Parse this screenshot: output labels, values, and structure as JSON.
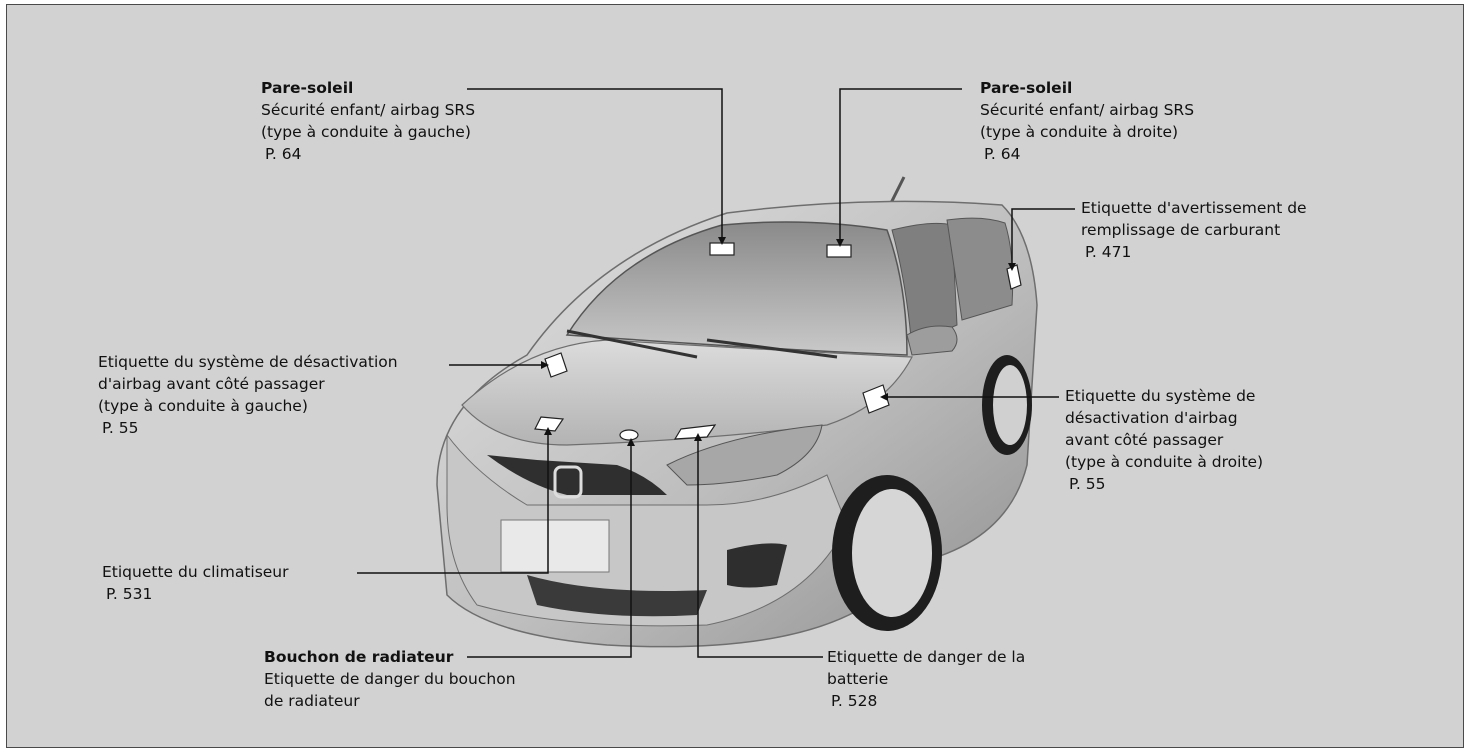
{
  "labels": {
    "sunvisor_left": {
      "title": "Pare-soleil",
      "line1": "Sécurité enfant/ airbag SRS",
      "line2": "(type à conduite à gauche)",
      "ref": "P. 64"
    },
    "sunvisor_right": {
      "title": "Pare-soleil",
      "line1": "Sécurité enfant/ airbag SRS",
      "line2": "(type à conduite à droite)",
      "ref": "P. 64"
    },
    "fuel_warning": {
      "line1": "Etiquette d'avertissement de",
      "line2": "remplissage de carburant",
      "ref": "P. 471"
    },
    "airbag_off_left": {
      "line1": "Etiquette du système de désactivation",
      "line2": "d'airbag avant côté passager",
      "line3": "(type à conduite à gauche)",
      "ref": "P. 55"
    },
    "airbag_off_right": {
      "line1": "Etiquette du système de",
      "line2": "désactivation d'airbag",
      "line3": "avant côté passager",
      "line4": "(type à conduite à droite)",
      "ref": "P. 55"
    },
    "air_conditioner": {
      "line1": "Etiquette du climatiseur",
      "ref": "P. 531"
    },
    "radiator_cap": {
      "title": "Bouchon de radiateur",
      "line1": "Etiquette de danger du bouchon",
      "line2": "de radiateur"
    },
    "battery": {
      "line1": "Etiquette de danger de la",
      "line2": "batterie",
      "ref": "P. 528"
    }
  },
  "colors": {
    "background": "#d2d2d2",
    "leader_line": "#111111",
    "car_body": "#b9b9b9",
    "label_patch": "#ffffff"
  }
}
